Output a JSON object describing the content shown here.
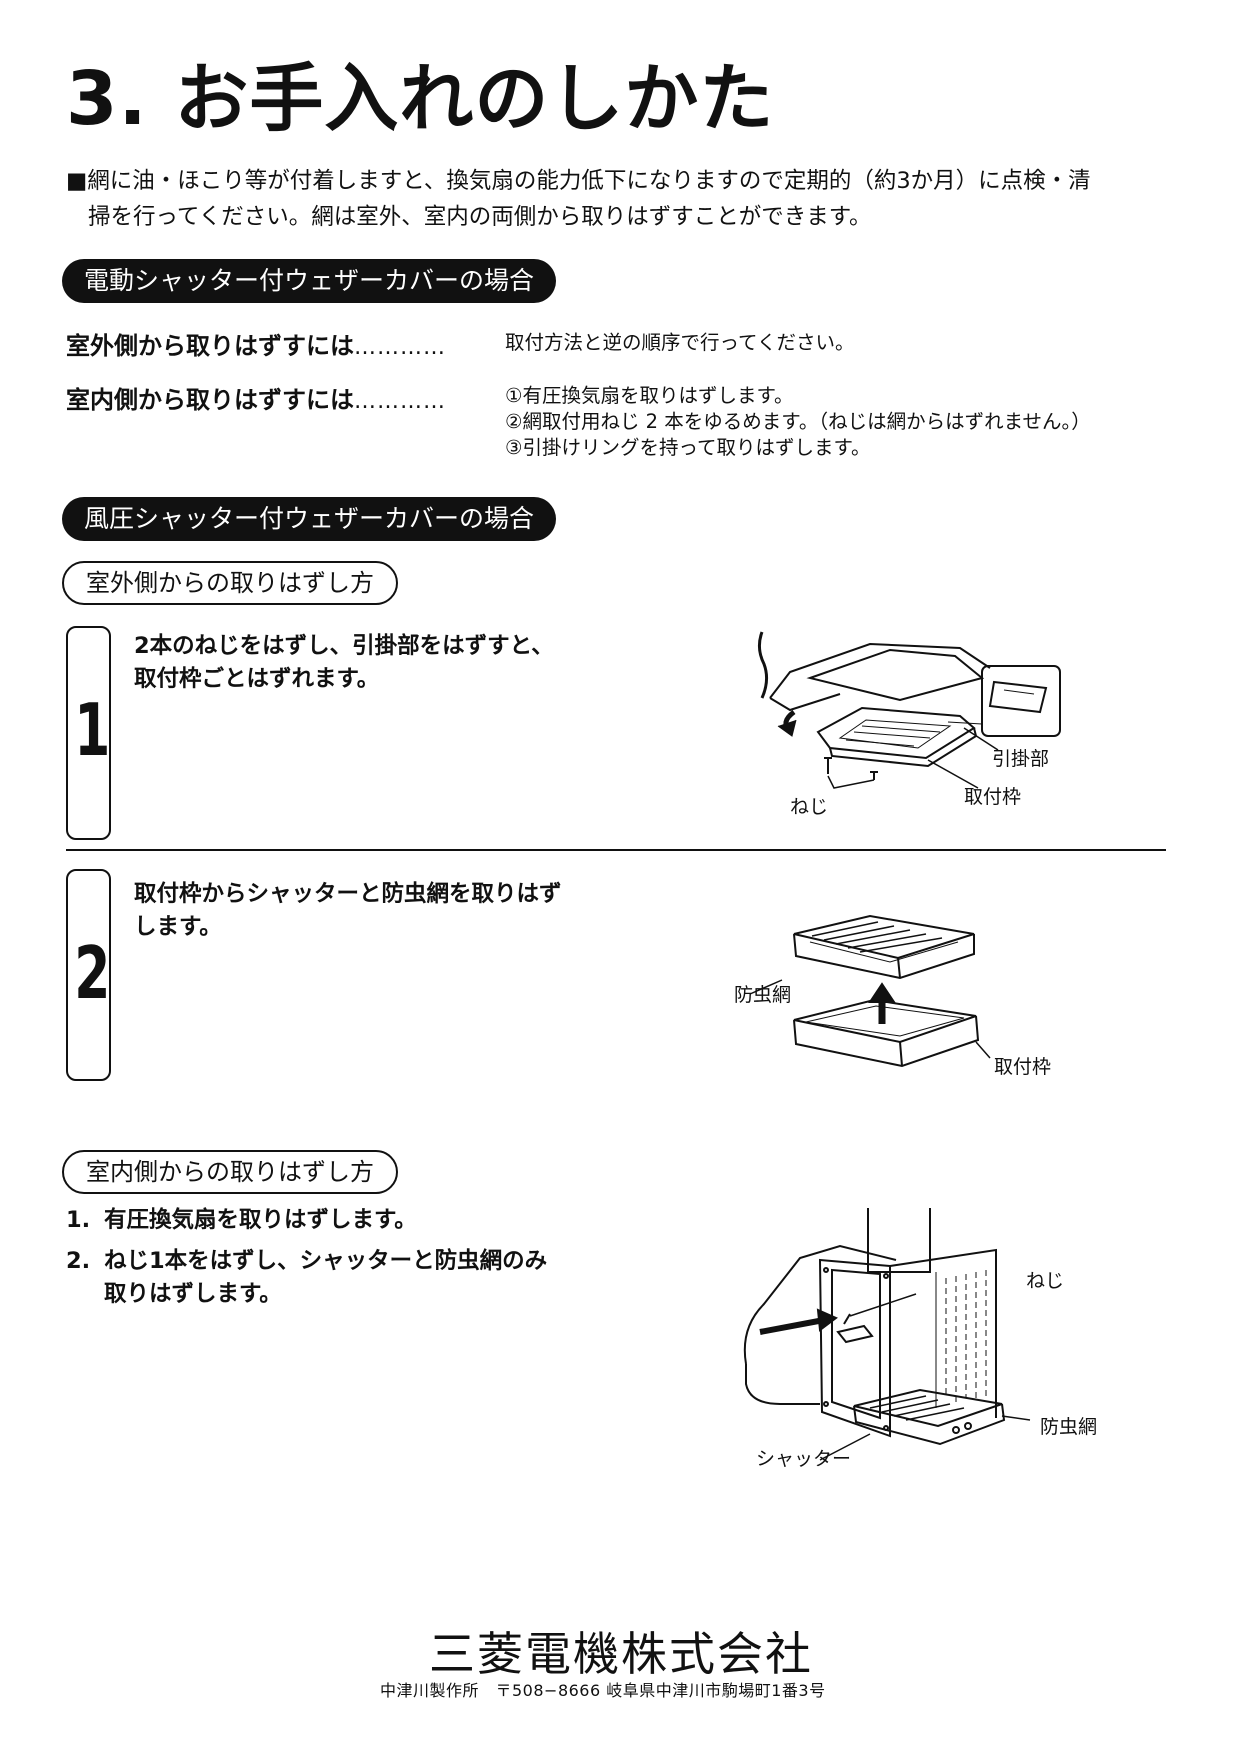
{
  "title": "3. お手入れのしかた",
  "intro": {
    "line1": "■網に油・ほこり等が付着しますと、換気扇の能力低下になりますので定期的（約3か月）に点検・清",
    "line2": "掃を行ってください。網は室外、室内の両側から取りはずすことができます。"
  },
  "section_electric": {
    "heading": "電動シャッター付ウェザーカバーの場合",
    "outdoor": {
      "lead": "室外側から取りはずすには",
      "dots": "…………",
      "text": "取付方法と逆の順序で行ってください。"
    },
    "indoor": {
      "lead": "室内側から取りはずすには",
      "dots": "…………",
      "steps": [
        "①有圧換気扇を取りはずします。",
        "②網取付用ねじ 2 本をゆるめます。（ねじは網からはずれません。）",
        "③引掛けリングを持って取りはずします。"
      ]
    }
  },
  "section_wind": {
    "heading": "風圧シャッター付ウェザーカバーの場合",
    "outdoor_heading": "室外側からの取りはずし方",
    "steps": [
      {
        "number": "1",
        "text_line1": "2本のねじをはずし、引掛部をはずすと、",
        "text_line2": "取付枠ごとはずれます。",
        "labels": {
          "hook": "引掛部",
          "frame": "取付枠",
          "screw": "ねじ"
        }
      },
      {
        "number": "2",
        "text_line1": "取付枠からシャッターと防虫網を取りはず",
        "text_line2": "します。",
        "labels": {
          "net": "防虫網",
          "frame": "取付枠"
        }
      }
    ],
    "indoor_heading": "室内側からの取りはずし方",
    "indoor_steps": [
      {
        "num": "1.",
        "text_line1": "有圧換気扇を取りはずします。",
        "text_line2": ""
      },
      {
        "num": "2.",
        "text_line1": "ねじ1本をはずし、シャッターと防虫網のみ",
        "text_line2": "取りはずします。"
      }
    ],
    "indoor_labels": {
      "screw": "ねじ",
      "net": "防虫網",
      "shutter": "シャッター"
    }
  },
  "footer": {
    "company": "三菱電機株式会社",
    "address": "中津川製作所　〒508−8666  岐阜県中津川市駒場町1番3号"
  }
}
